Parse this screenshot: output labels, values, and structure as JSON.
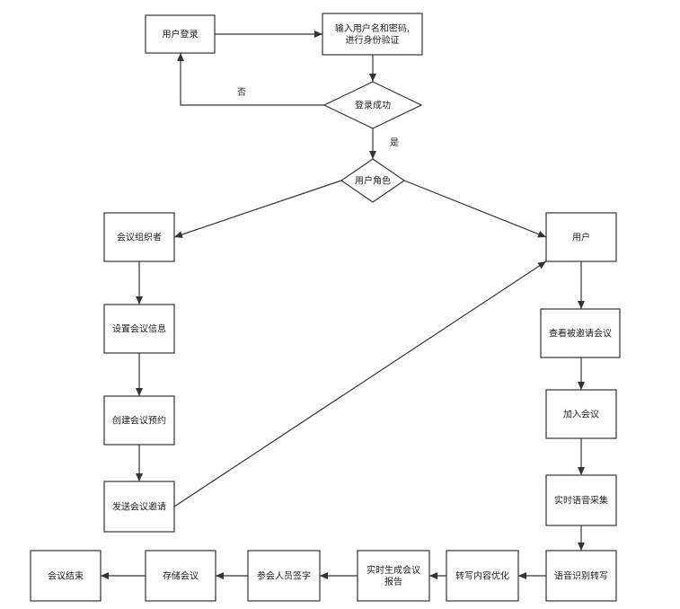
{
  "diagram": {
    "colors": {
      "stroke": "#333333",
      "fill": "#ffffff",
      "text": "#222222"
    },
    "nodes": [
      {
        "id": "login",
        "shape": "rect",
        "lines": [
          "用户登录"
        ]
      },
      {
        "id": "input",
        "shape": "rect",
        "lines": [
          "输入用户名和密码,",
          "进行身份验证"
        ]
      },
      {
        "id": "success",
        "shape": "diamond",
        "lines": [
          "登录成功"
        ]
      },
      {
        "id": "role",
        "shape": "diamond",
        "lines": [
          "用户角色"
        ]
      },
      {
        "id": "organizer",
        "shape": "rect",
        "lines": [
          "会议组织者"
        ]
      },
      {
        "id": "setinfo",
        "shape": "rect",
        "lines": [
          "设置会议信息"
        ]
      },
      {
        "id": "reserve",
        "shape": "rect",
        "lines": [
          "创建会议预约"
        ]
      },
      {
        "id": "invite",
        "shape": "rect",
        "lines": [
          "发送会议邀请"
        ]
      },
      {
        "id": "user",
        "shape": "rect",
        "lines": [
          "用户"
        ]
      },
      {
        "id": "view",
        "shape": "rect",
        "lines": [
          "查看被邀请会议"
        ]
      },
      {
        "id": "join",
        "shape": "rect",
        "lines": [
          "加入会议"
        ]
      },
      {
        "id": "capture",
        "shape": "rect",
        "lines": [
          "实时语音采集"
        ]
      },
      {
        "id": "asr",
        "shape": "rect",
        "lines": [
          "语音识别转写"
        ]
      },
      {
        "id": "optimize",
        "shape": "rect",
        "lines": [
          "转写内容优化"
        ]
      },
      {
        "id": "report",
        "shape": "rect",
        "lines": [
          "实时生成会议",
          "报告"
        ]
      },
      {
        "id": "sign",
        "shape": "rect",
        "lines": [
          "参会人员签字"
        ]
      },
      {
        "id": "store",
        "shape": "rect",
        "lines": [
          "存储会议"
        ]
      },
      {
        "id": "end",
        "shape": "rect",
        "lines": [
          "会议结束"
        ]
      }
    ],
    "edges": [
      {
        "from": "login",
        "to": "input",
        "label": ""
      },
      {
        "from": "input",
        "to": "success",
        "label": ""
      },
      {
        "from": "success",
        "to": "login",
        "label": "否"
      },
      {
        "from": "success",
        "to": "role",
        "label": "是"
      },
      {
        "from": "role",
        "to": "organizer",
        "label": ""
      },
      {
        "from": "role",
        "to": "user",
        "label": ""
      },
      {
        "from": "organizer",
        "to": "setinfo",
        "label": ""
      },
      {
        "from": "setinfo",
        "to": "reserve",
        "label": ""
      },
      {
        "from": "reserve",
        "to": "invite",
        "label": ""
      },
      {
        "from": "invite",
        "to": "user",
        "label": ""
      },
      {
        "from": "user",
        "to": "view",
        "label": ""
      },
      {
        "from": "view",
        "to": "join",
        "label": ""
      },
      {
        "from": "join",
        "to": "capture",
        "label": ""
      },
      {
        "from": "capture",
        "to": "asr",
        "label": ""
      },
      {
        "from": "asr",
        "to": "optimize",
        "label": ""
      },
      {
        "from": "optimize",
        "to": "report",
        "label": ""
      },
      {
        "from": "report",
        "to": "sign",
        "label": ""
      },
      {
        "from": "sign",
        "to": "store",
        "label": ""
      },
      {
        "from": "store",
        "to": "end",
        "label": ""
      }
    ]
  }
}
